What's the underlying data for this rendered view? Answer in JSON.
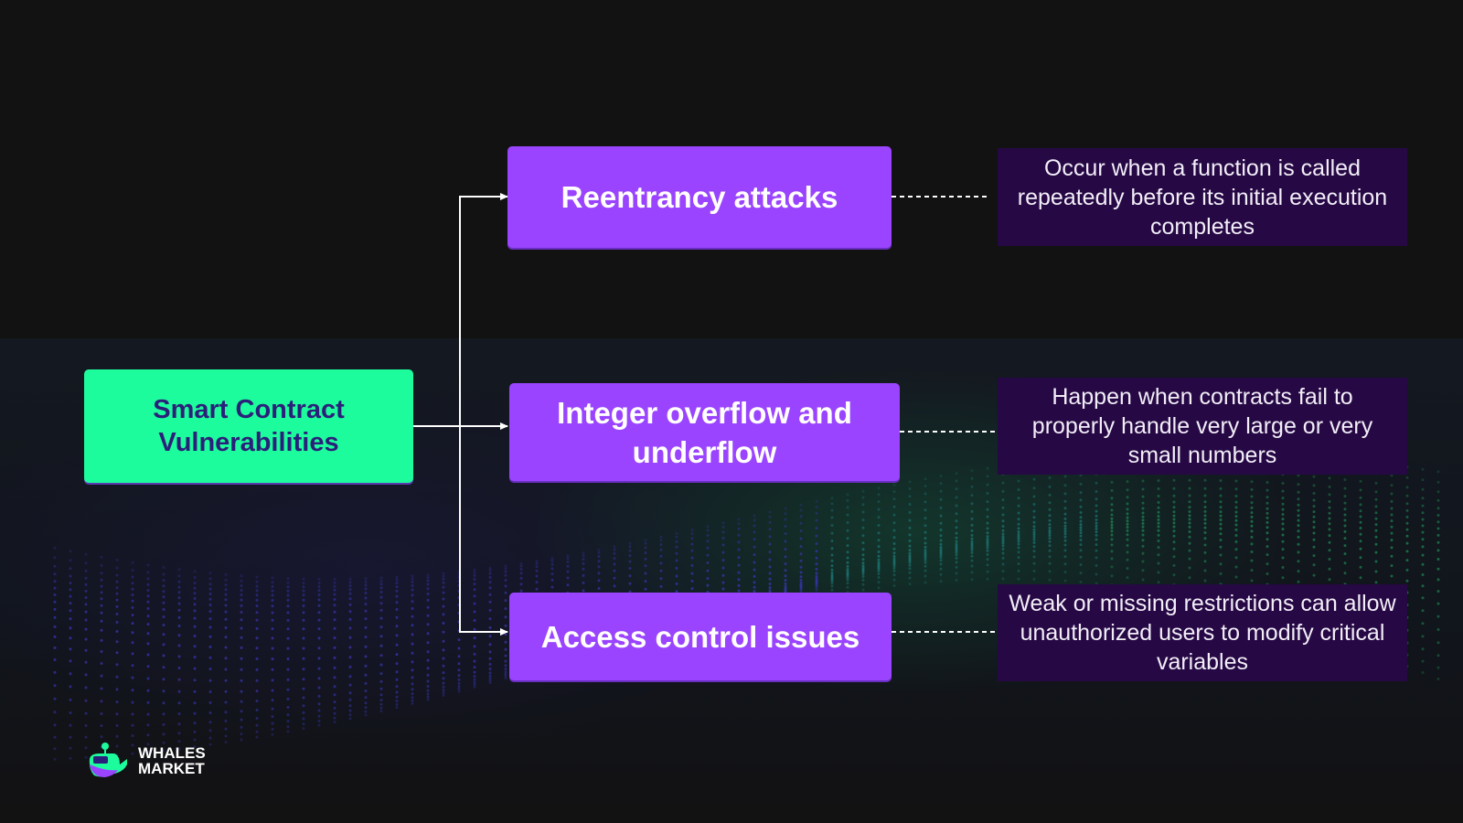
{
  "root": {
    "line1": "Smart Contract",
    "line2": "Vulnerabilities"
  },
  "categories": [
    {
      "title": "Reentrancy attacks",
      "description": [
        "Occur when a function is called",
        "repeatedly before its initial execution",
        "completes"
      ]
    },
    {
      "title": "Integer overflow and underflow",
      "title_lines": [
        "Integer overflow and",
        "underflow"
      ],
      "description": [
        "Happen when contracts fail to",
        "properly handle very large or very",
        "small numbers"
      ]
    },
    {
      "title": "Access control issues",
      "description": [
        "Weak or missing restrictions can allow",
        "unauthorized users to modify critical",
        "variables"
      ]
    }
  ],
  "logo": {
    "line1": "WHALES",
    "line2": "MARKET",
    "icon": "whale-icon"
  },
  "colors": {
    "root_fill": "#1dfc9c",
    "root_text": "#2b1f7a",
    "category_fill": "#9a44ff",
    "description_fill": "#260844",
    "connector": "#ffffff"
  }
}
